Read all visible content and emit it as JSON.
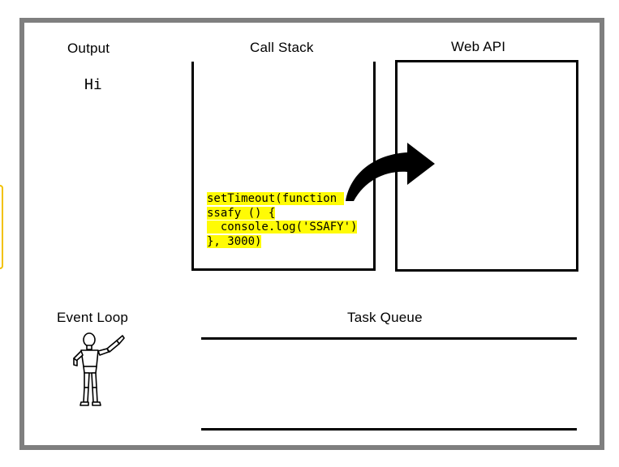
{
  "labels": {
    "output": "Output",
    "call_stack": "Call Stack",
    "web_api": "Web API",
    "event_loop": "Event Loop",
    "task_queue": "Task Queue"
  },
  "output_value": "Hi",
  "call_stack_code": [
    "setTimeout(function ",
    "ssafy () {",
    "  console.log('SSAFY')",
    "}, 3000)"
  ],
  "colors": {
    "frame": "#7f7f7f",
    "highlight": "#fffb05",
    "side_tab": "#f2c100"
  },
  "icons": {
    "arrow": "curved-arrow-icon",
    "figure": "mannequin-pointing-icon"
  }
}
